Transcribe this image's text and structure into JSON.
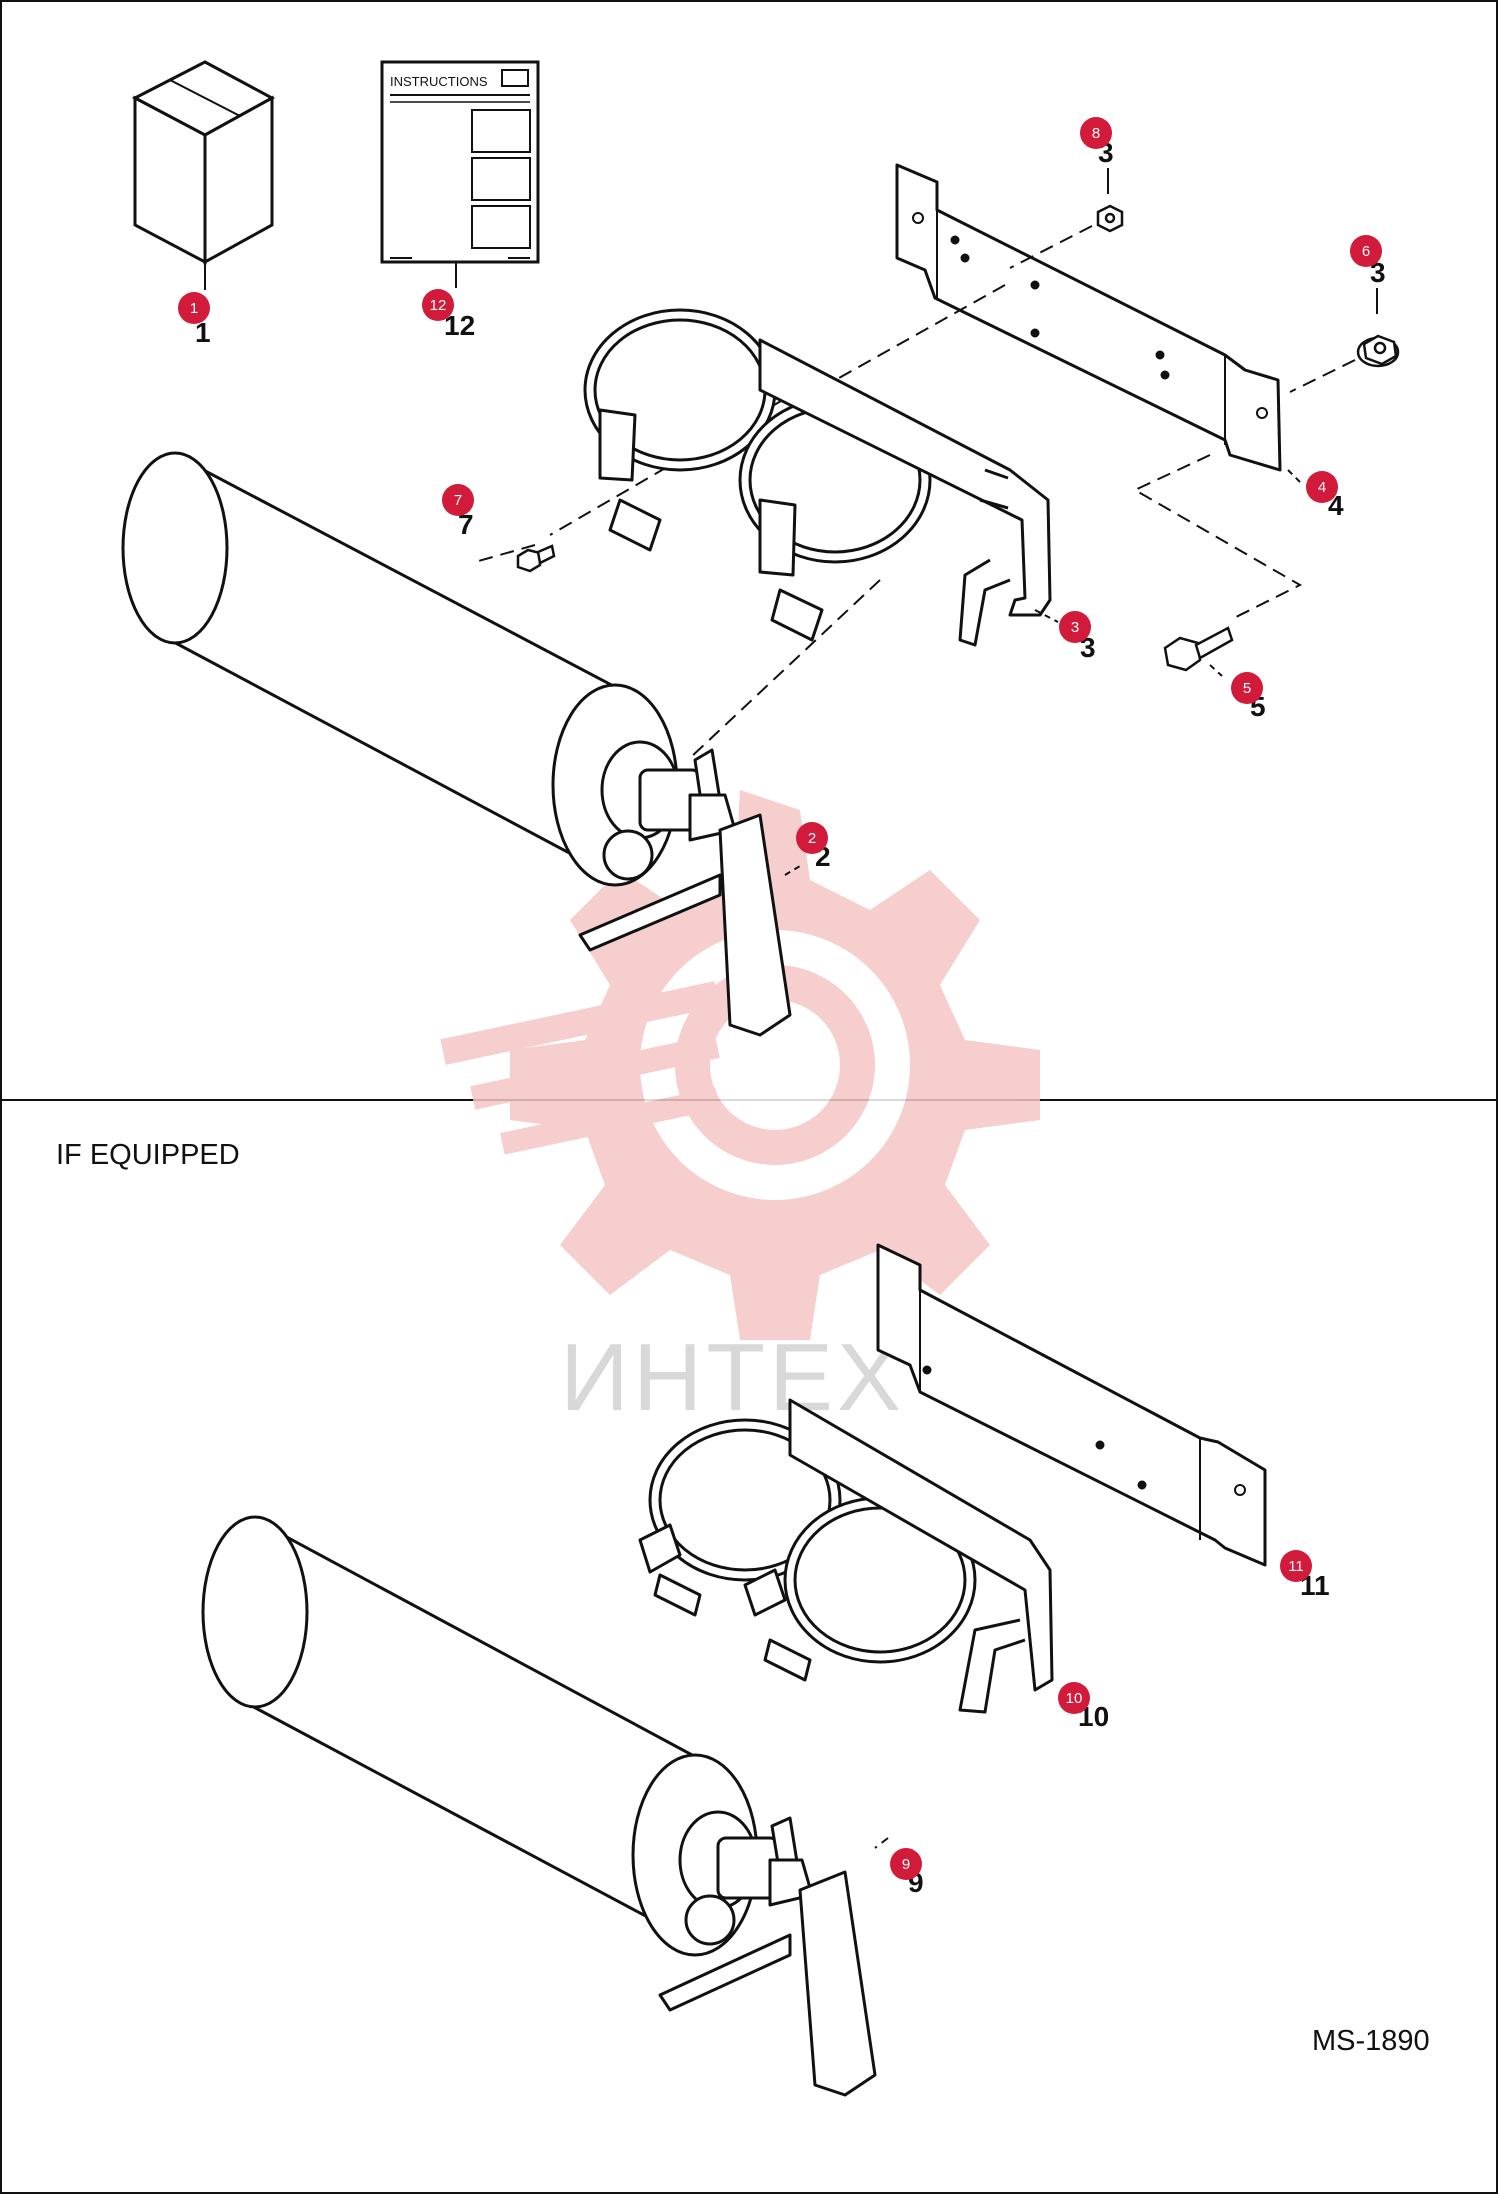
{
  "sections": {
    "top": {
      "instructions_sheet_title": "INSTRUCTIONS"
    },
    "bottom": {
      "title": "IF EQUIPPED"
    }
  },
  "document_id": "MS-1890",
  "watermark": {
    "text": "ИНТЕХ",
    "color": "#f6c6c6"
  },
  "badge_color": "#d21a3a",
  "callouts": {
    "c1": {
      "badge": "1",
      "label": "1"
    },
    "c2": {
      "badge": "2",
      "label": "2"
    },
    "c3": {
      "badge": "3",
      "label": "3"
    },
    "c4": {
      "badge": "4",
      "label": "4"
    },
    "c5": {
      "badge": "5",
      "label": "5"
    },
    "c6": {
      "badge": "6",
      "label": "3"
    },
    "c7": {
      "badge": "7",
      "label": "7"
    },
    "c8": {
      "badge": "8",
      "label": "3"
    },
    "c9": {
      "badge": "9",
      "label": "9"
    },
    "c10": {
      "badge": "10",
      "label": "10"
    },
    "c11": {
      "badge": "11",
      "label": "11"
    },
    "c12": {
      "badge": "12",
      "label": "12"
    }
  }
}
